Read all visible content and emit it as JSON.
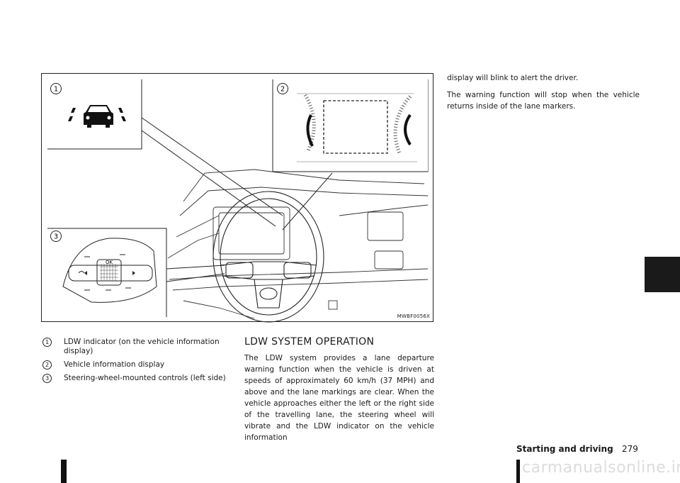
{
  "figure": {
    "code": "MWBF0056X",
    "callouts": [
      "1",
      "2",
      "3"
    ],
    "ok_label": "OK"
  },
  "legend": [
    {
      "num": "1",
      "text": "LDW indicator (on the vehicle information display)"
    },
    {
      "num": "2",
      "text": "Vehicle information display"
    },
    {
      "num": "3",
      "text": "Steering-wheel-mounted controls (left side)"
    }
  ],
  "section": {
    "heading": "LDW SYSTEM OPERATION",
    "paragraph": "The LDW system provides a lane departure warning function when the vehicle is driven at speeds of approximately 60 km/h (37 MPH) and above and the lane markings are clear. When the vehicle approaches either the left or the right side of the travelling lane, the steering wheel will vibrate and the LDW indicator on the vehicle information"
  },
  "right_column": [
    "display will blink to alert the driver.",
    "The warning function will stop when the vehicle returns inside of the lane markers."
  ],
  "footer": {
    "title": "Starting and driving",
    "page": "279"
  },
  "watermark": "carmanualsonline.info"
}
